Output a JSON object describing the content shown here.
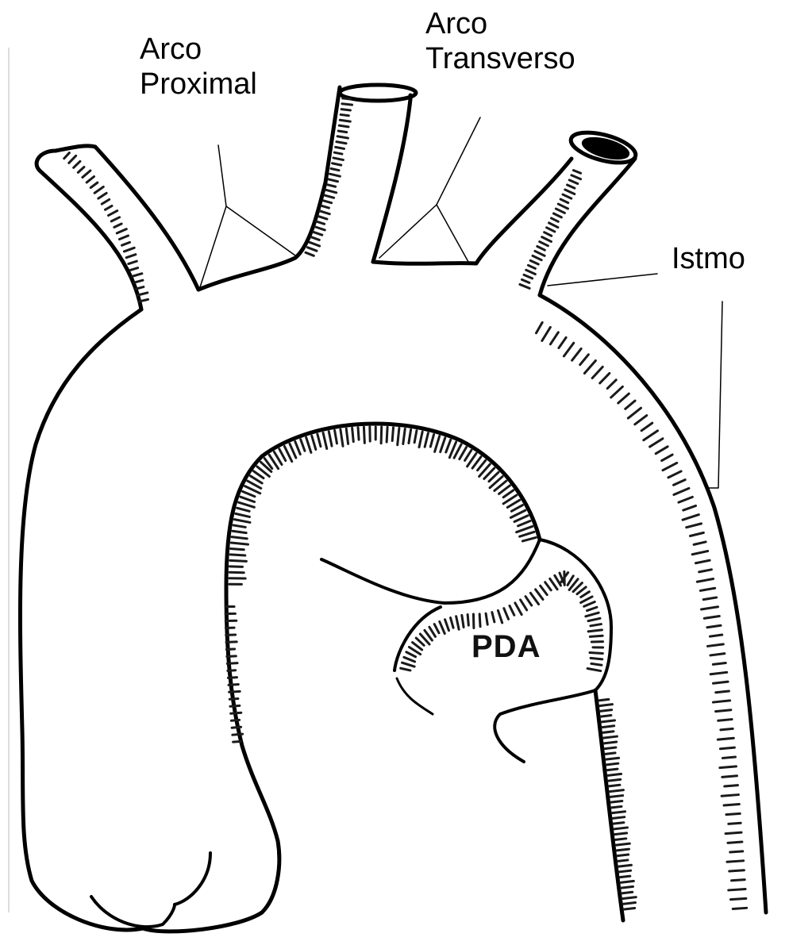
{
  "labels": {
    "arco_proximal": [
      "Arco",
      "Proximal"
    ],
    "arco_transverso": [
      "Arco",
      "Transverso"
    ],
    "istmo": "Istmo",
    "pda": "PDA"
  },
  "colors": {
    "ink": "#000000",
    "background": "#ffffff",
    "hatch": "#1a1a1a"
  },
  "icons": [
    "aortic-arch-illustration"
  ]
}
